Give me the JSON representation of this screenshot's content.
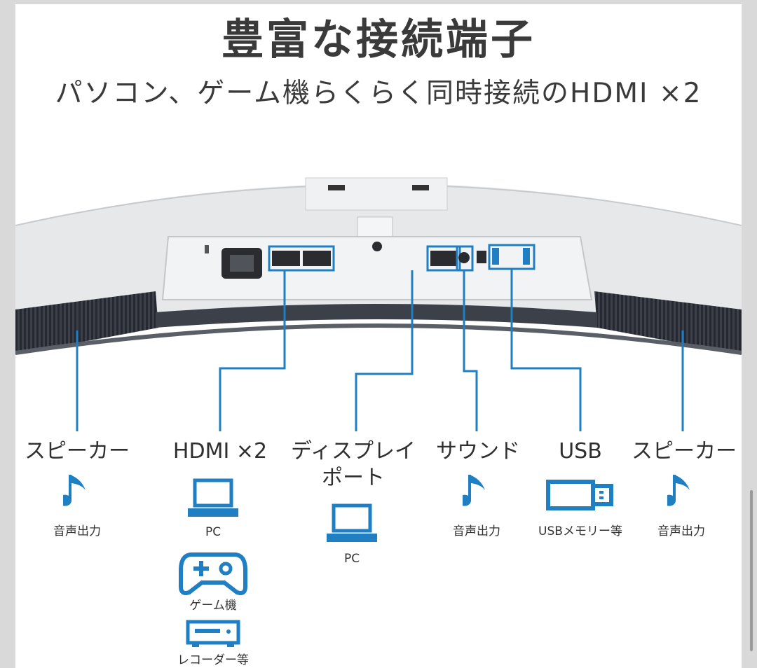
{
  "header": {
    "title": "豊富な接続端子",
    "subtitle": "パソコン、ゲーム機らくらく同時接続のHDMI ×2"
  },
  "colors": {
    "accent": "#1f7fc2",
    "text": "#333333"
  },
  "ports": [
    {
      "label": "スピーカー",
      "icon": "music-note-icon",
      "caption": "音声出力"
    },
    {
      "label": "HDMI ×2",
      "devices": [
        {
          "icon": "laptop-icon",
          "caption": "PC"
        },
        {
          "icon": "gamepad-icon",
          "caption": "ゲーム機"
        },
        {
          "icon": "recorder-icon",
          "caption": "レコーダー等"
        }
      ]
    },
    {
      "label": "ディスプレイポート",
      "label_lines": [
        "ディスプレイ",
        "ポート"
      ],
      "devices": [
        {
          "icon": "laptop-icon",
          "caption": "PC"
        }
      ]
    },
    {
      "label": "サウンド",
      "icon": "music-note-icon",
      "caption": "音声出力"
    },
    {
      "label": "USB",
      "icon": "usb-stick-icon",
      "caption": "USBメモリー等"
    },
    {
      "label": "スピーカー",
      "icon": "music-note-icon",
      "caption": "音声出力"
    }
  ]
}
